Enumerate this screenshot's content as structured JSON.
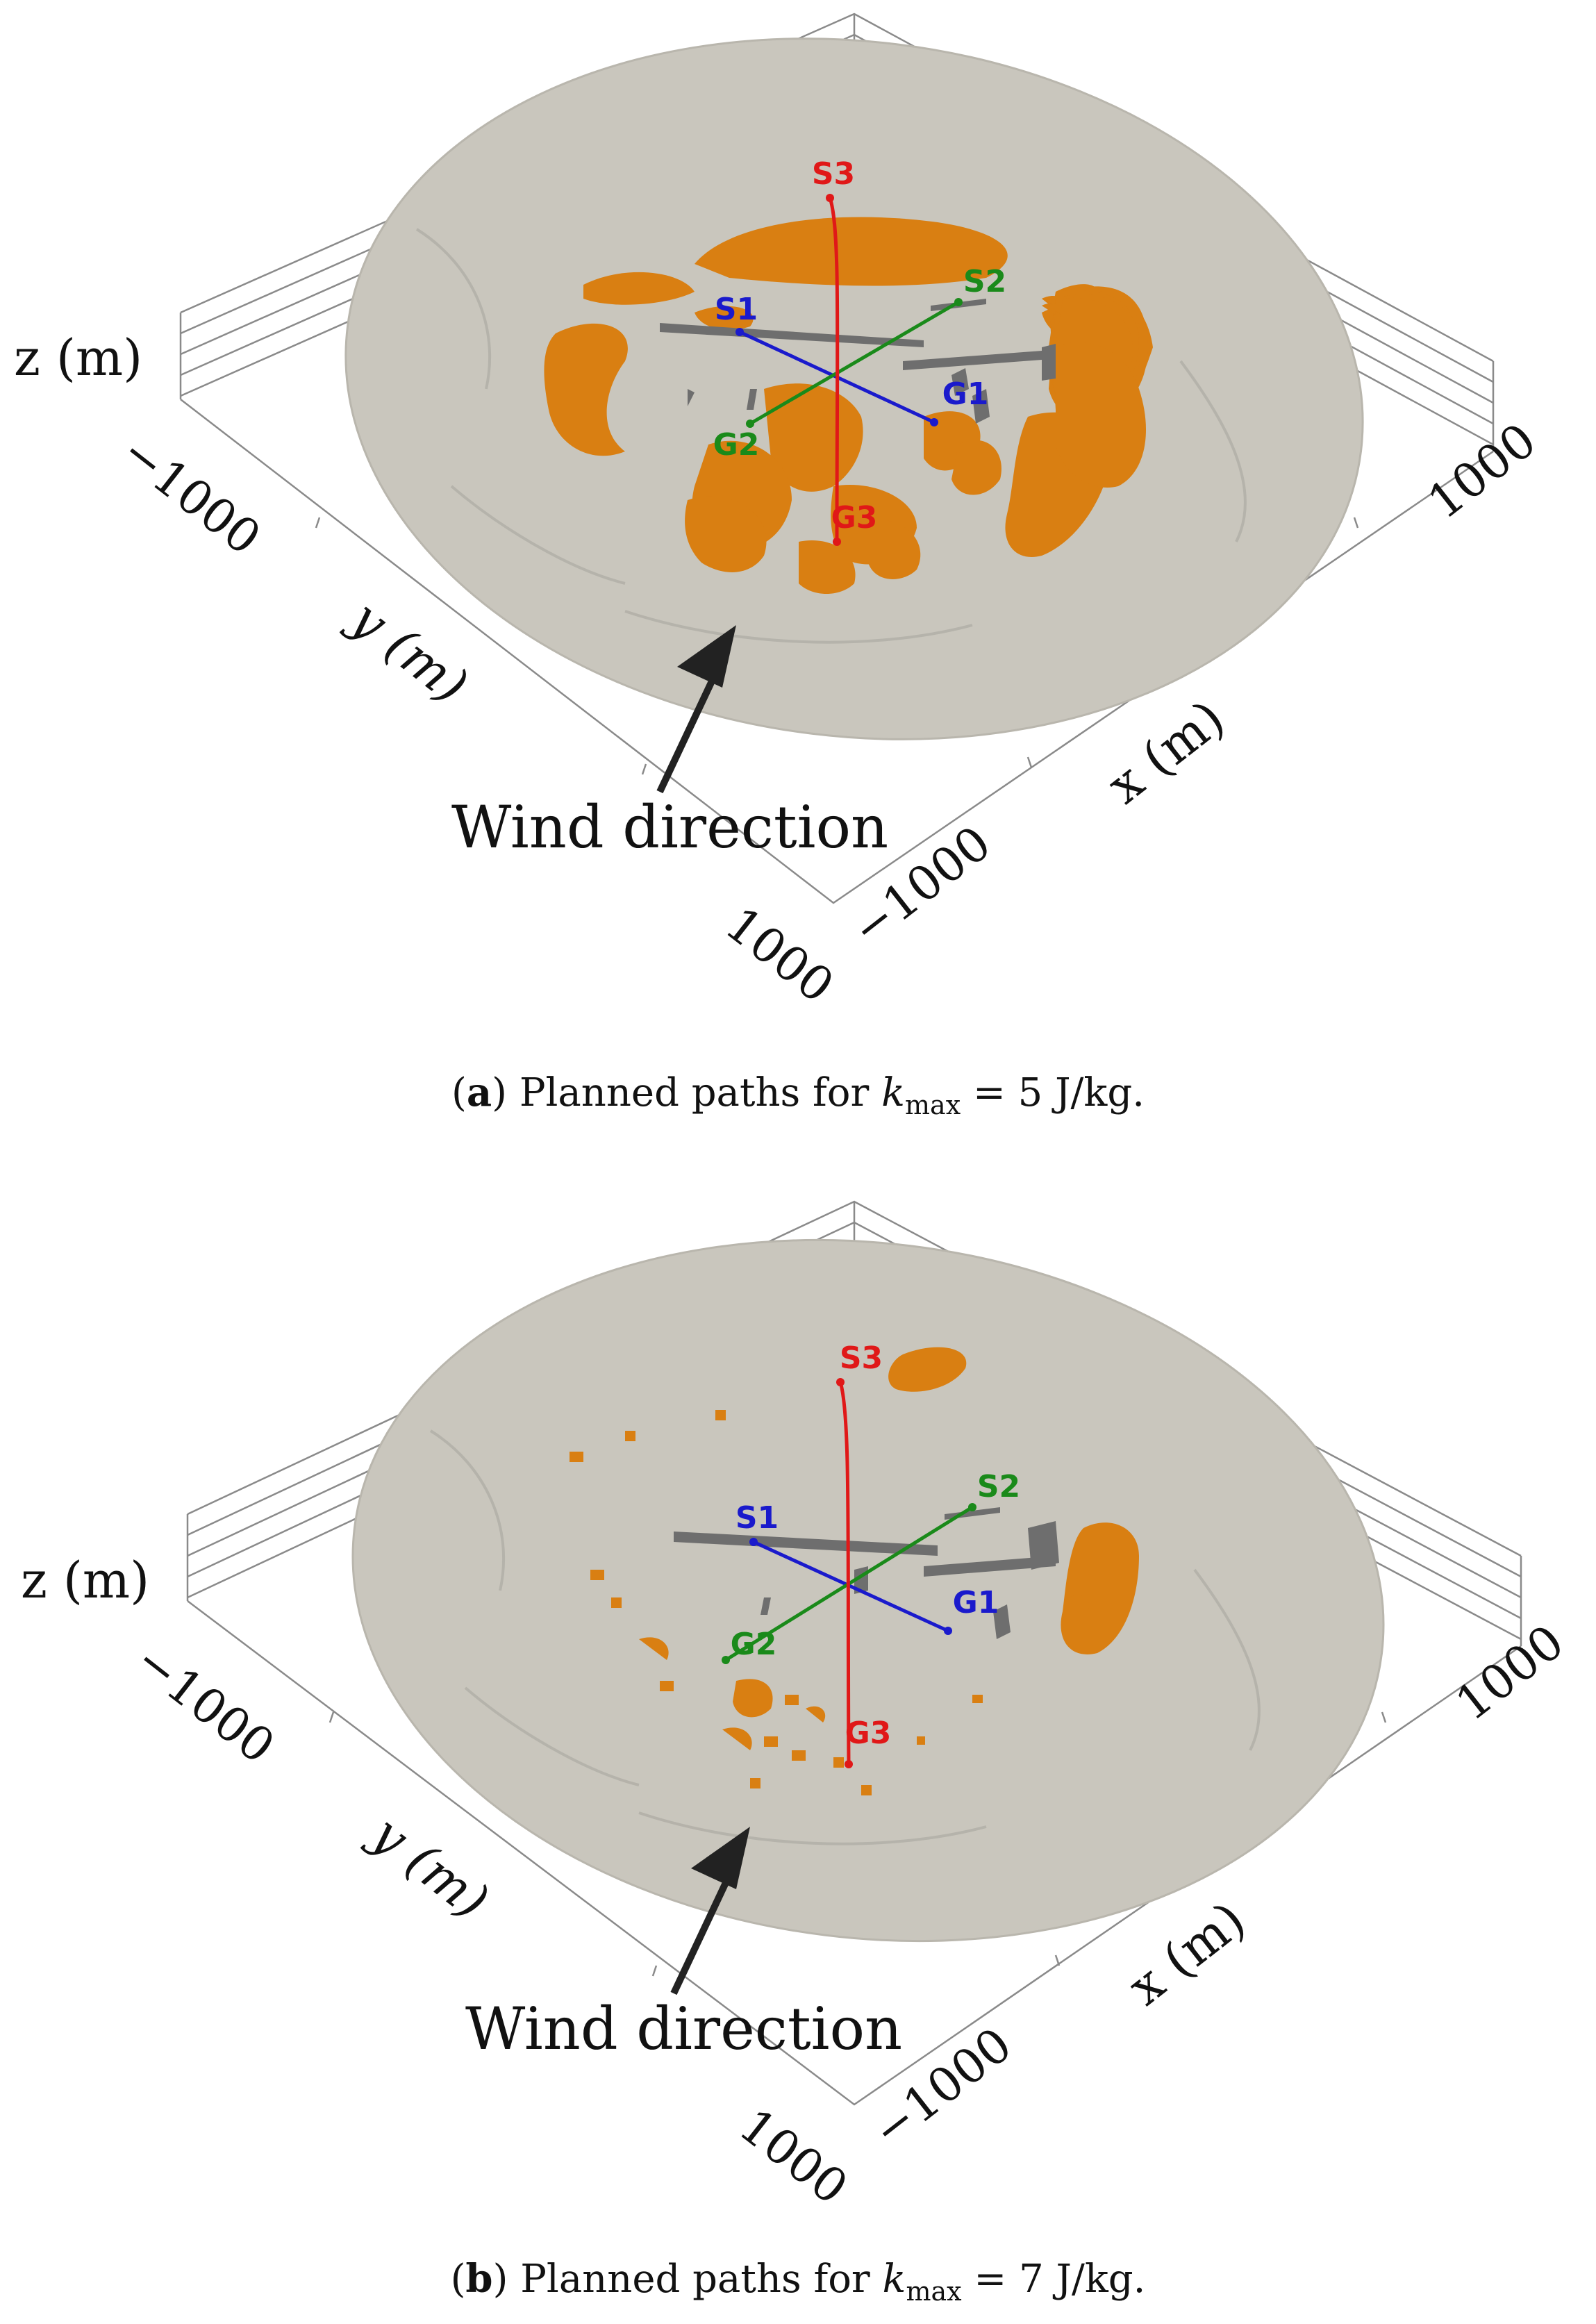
{
  "panels": [
    {
      "id": "a",
      "caption": {
        "label": "a",
        "text": "Planned paths for ",
        "k": "k",
        "sub": "max",
        "value": " = 5 J/kg."
      },
      "axes": {
        "z_label": "z (m)",
        "y_label": "y (m)",
        "x_label": "x (m)",
        "y_tick_top": "−1000",
        "y_tick_bottom": "1000",
        "x_tick_left": "−1000",
        "x_tick_right": "1000"
      },
      "wind_label": "Wind direction",
      "paths": [
        {
          "start": "S1",
          "goal": "G1",
          "color": "#1a1acc"
        },
        {
          "start": "S2",
          "goal": "G2",
          "color": "#1a8a1a"
        },
        {
          "start": "S3",
          "goal": "G3",
          "color": "#e01818"
        }
      ],
      "hazard_extent": "large"
    },
    {
      "id": "b",
      "caption": {
        "label": "b",
        "text": "Planned paths for ",
        "k": "k",
        "sub": "max",
        "value": " = 7 J/kg."
      },
      "axes": {
        "z_label": "z (m)",
        "y_label": "y (m)",
        "x_label": "x (m)",
        "y_tick_top": "−1000",
        "y_tick_bottom": "1000",
        "x_tick_left": "−1000",
        "x_tick_right": "1000"
      },
      "wind_label": "Wind direction",
      "paths": [
        {
          "start": "S1",
          "goal": "G1",
          "color": "#1a1acc"
        },
        {
          "start": "S2",
          "goal": "G2",
          "color": "#1a8a1a"
        },
        {
          "start": "S3",
          "goal": "G3",
          "color": "#e01818"
        }
      ],
      "hazard_extent": "small"
    }
  ],
  "colors": {
    "terrain": "#c9c6bd",
    "hazard": "#d97f12",
    "grid": "#8a8a8a",
    "building": "#6e6e6e"
  }
}
